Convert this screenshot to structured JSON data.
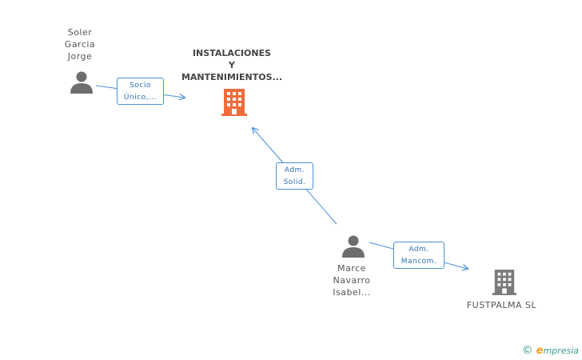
{
  "diagram": {
    "nodes": {
      "soler": {
        "lines": [
          "Soler",
          "Garcia",
          "Jorge"
        ],
        "icon": "person-icon"
      },
      "instalaciones": {
        "lines": [
          "INSTALACIONES",
          "Y",
          "MANTENIMIENTOS..."
        ],
        "icon": "building-icon",
        "color": "#f26b3a"
      },
      "marce": {
        "lines": [
          "Marce",
          "Navarro",
          "Isabel..."
        ],
        "icon": "person-icon"
      },
      "fustpalma": {
        "label": "FUSTPALMA SL",
        "icon": "building-icon",
        "color": "#7a7a7a"
      }
    },
    "relations": {
      "socio": [
        "Socio",
        "Único,..."
      ],
      "adm_solid": [
        "Adm.",
        "Solid."
      ],
      "adm_mancom": [
        "Adm.",
        "Mancom."
      ]
    },
    "colors": {
      "link": "#4a90d9",
      "person": "#6e6e6e",
      "main_company": "#f26b3a",
      "other_company": "#7a7a7a"
    }
  },
  "footer": {
    "copyright": "©",
    "brand_initial": "e",
    "brand_rest": "mpresia"
  }
}
